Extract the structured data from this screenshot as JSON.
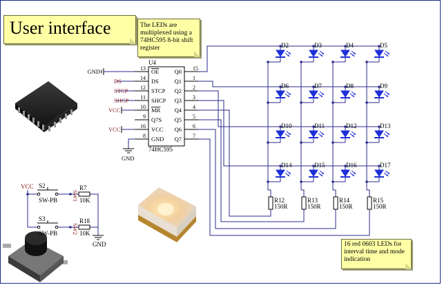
{
  "notes": {
    "title": "User interface",
    "mux": "The LEDs are multiplexed using a 74HC595 8-bit shift register",
    "leds": "16 red 0603 LEDs for interval time and mode indication"
  },
  "ic": {
    "ref": "U4",
    "part": "74HC595",
    "left_pins": [
      {
        "num": "13",
        "name": "OE",
        "net": "GND",
        "overline": true
      },
      {
        "num": "14",
        "name": "DS",
        "net": "DS"
      },
      {
        "num": "12",
        "name": "STCP",
        "net": "STCP"
      },
      {
        "num": "11",
        "name": "SHCP",
        "net": "SHCP"
      },
      {
        "num": "10",
        "name": "MR",
        "net": "VCC",
        "overline": true
      },
      {
        "num": "9",
        "name": "Q7S",
        "net": ""
      },
      {
        "num": "16",
        "name": "VCC",
        "net": "VCC"
      },
      {
        "num": "8",
        "name": "GND",
        "net": "GND"
      }
    ],
    "right_pins": [
      {
        "num": "15",
        "name": "Q0"
      },
      {
        "num": "1",
        "name": "Q1"
      },
      {
        "num": "2",
        "name": "Q2"
      },
      {
        "num": "3",
        "name": "Q3"
      },
      {
        "num": "4",
        "name": "Q4"
      },
      {
        "num": "5",
        "name": "Q5"
      },
      {
        "num": "6",
        "name": "Q6"
      },
      {
        "num": "7",
        "name": "Q7"
      }
    ]
  },
  "leds": [
    [
      "D2",
      "D3",
      "D4",
      "D5"
    ],
    [
      "D6",
      "D7",
      "D8",
      "D9"
    ],
    [
      "D10",
      "D11",
      "D12",
      "D13"
    ],
    [
      "D14",
      "D15",
      "D16",
      "D17"
    ]
  ],
  "resistors": [
    {
      "ref": "R12",
      "value": "150R"
    },
    {
      "ref": "R13",
      "value": "150R"
    },
    {
      "ref": "R14",
      "value": "150R"
    },
    {
      "ref": "R15",
      "value": "150R"
    }
  ],
  "switches": [
    {
      "ref": "S2",
      "type": "SW-PB",
      "net": "SW1",
      "res_ref": "R7",
      "res_value": "10K"
    },
    {
      "ref": "S3",
      "type": "SW-PB",
      "net": "SW2",
      "res_ref": "R18",
      "res_value": "10K"
    }
  ],
  "labels": {
    "vcc": "VCC",
    "gnd": "GND"
  },
  "colors": {
    "wire": "#2a2a8c",
    "net_label": "#8b1a1a",
    "led": "#1e2fd8",
    "note": "#ffffa6"
  }
}
